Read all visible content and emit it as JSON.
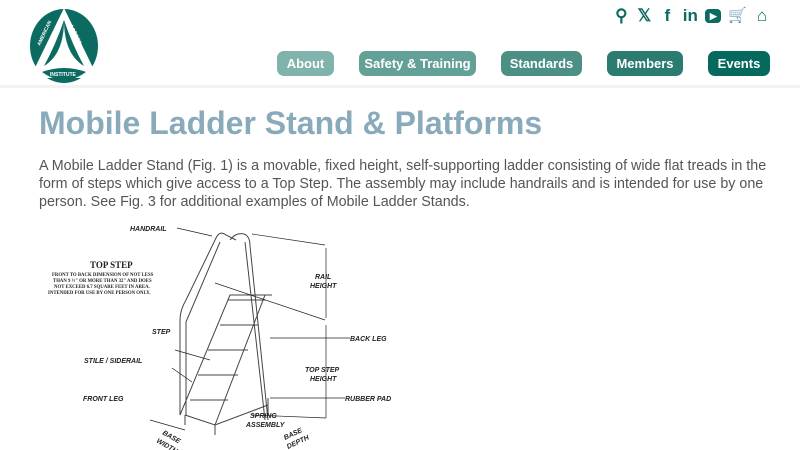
{
  "header": {
    "logo_text": [
      "AMERICAN",
      "LADDER",
      "INSTITUTE"
    ],
    "icons": [
      "search-icon",
      "x-twitter-icon",
      "facebook-icon",
      "linkedin-icon",
      "youtube-icon",
      "cart-icon",
      "member-login-icon"
    ],
    "icon_glyphs": [
      "⚲",
      "𝕏",
      "f",
      "in",
      "▶",
      "🛒",
      "⌂"
    ],
    "nav": [
      {
        "label": "About",
        "color": "#7fb3ab"
      },
      {
        "label": "Safety & Training",
        "color": "#63a197"
      },
      {
        "label": "Standards",
        "color": "#4b8f85"
      },
      {
        "label": "Members",
        "color": "#2c7b70"
      },
      {
        "label": "Events",
        "color": "#05695e"
      }
    ]
  },
  "main": {
    "title": "Mobile Ladder Stand & Platforms",
    "intro": "A Mobile Ladder Stand (Fig. 1) is a movable, fixed height, self-supporting ladder consisting of wide flat treads in the form of steps which give access to a Top Step. The assembly may include handrails and is intended for use by one person. See Fig. 3 for additional examples of Mobile Ladder Stands.",
    "figure": {
      "top_step_title": "TOP STEP",
      "top_step_desc": [
        "FRONT TO BACK DIMENSION OF NOT LESS",
        "THAN 9 ½\" OR MORE THAN 32\" AND DOES",
        "NOT EXCEED 6.7 SQUARE FEET IN AREA.",
        "INTENDED FOR USE BY ONE PERSON ONLY."
      ],
      "labels": {
        "handrail": "HANDRAIL",
        "rail": "RAIL",
        "height": "HEIGHT",
        "back_leg": "BACK LEG",
        "step": "STEP",
        "stile": "STILE / SIDERAIL",
        "top_step": "TOP STEP",
        "top_step_height": "HEIGHT",
        "front_leg": "FRONT LEG",
        "rubber_pad": "RUBBER PAD",
        "spring": "SPRING",
        "assembly": "ASSEMBLY",
        "base": "BASE",
        "width": "WIDTH",
        "base2": "BASE",
        "depth": "DEPTH"
      }
    }
  }
}
